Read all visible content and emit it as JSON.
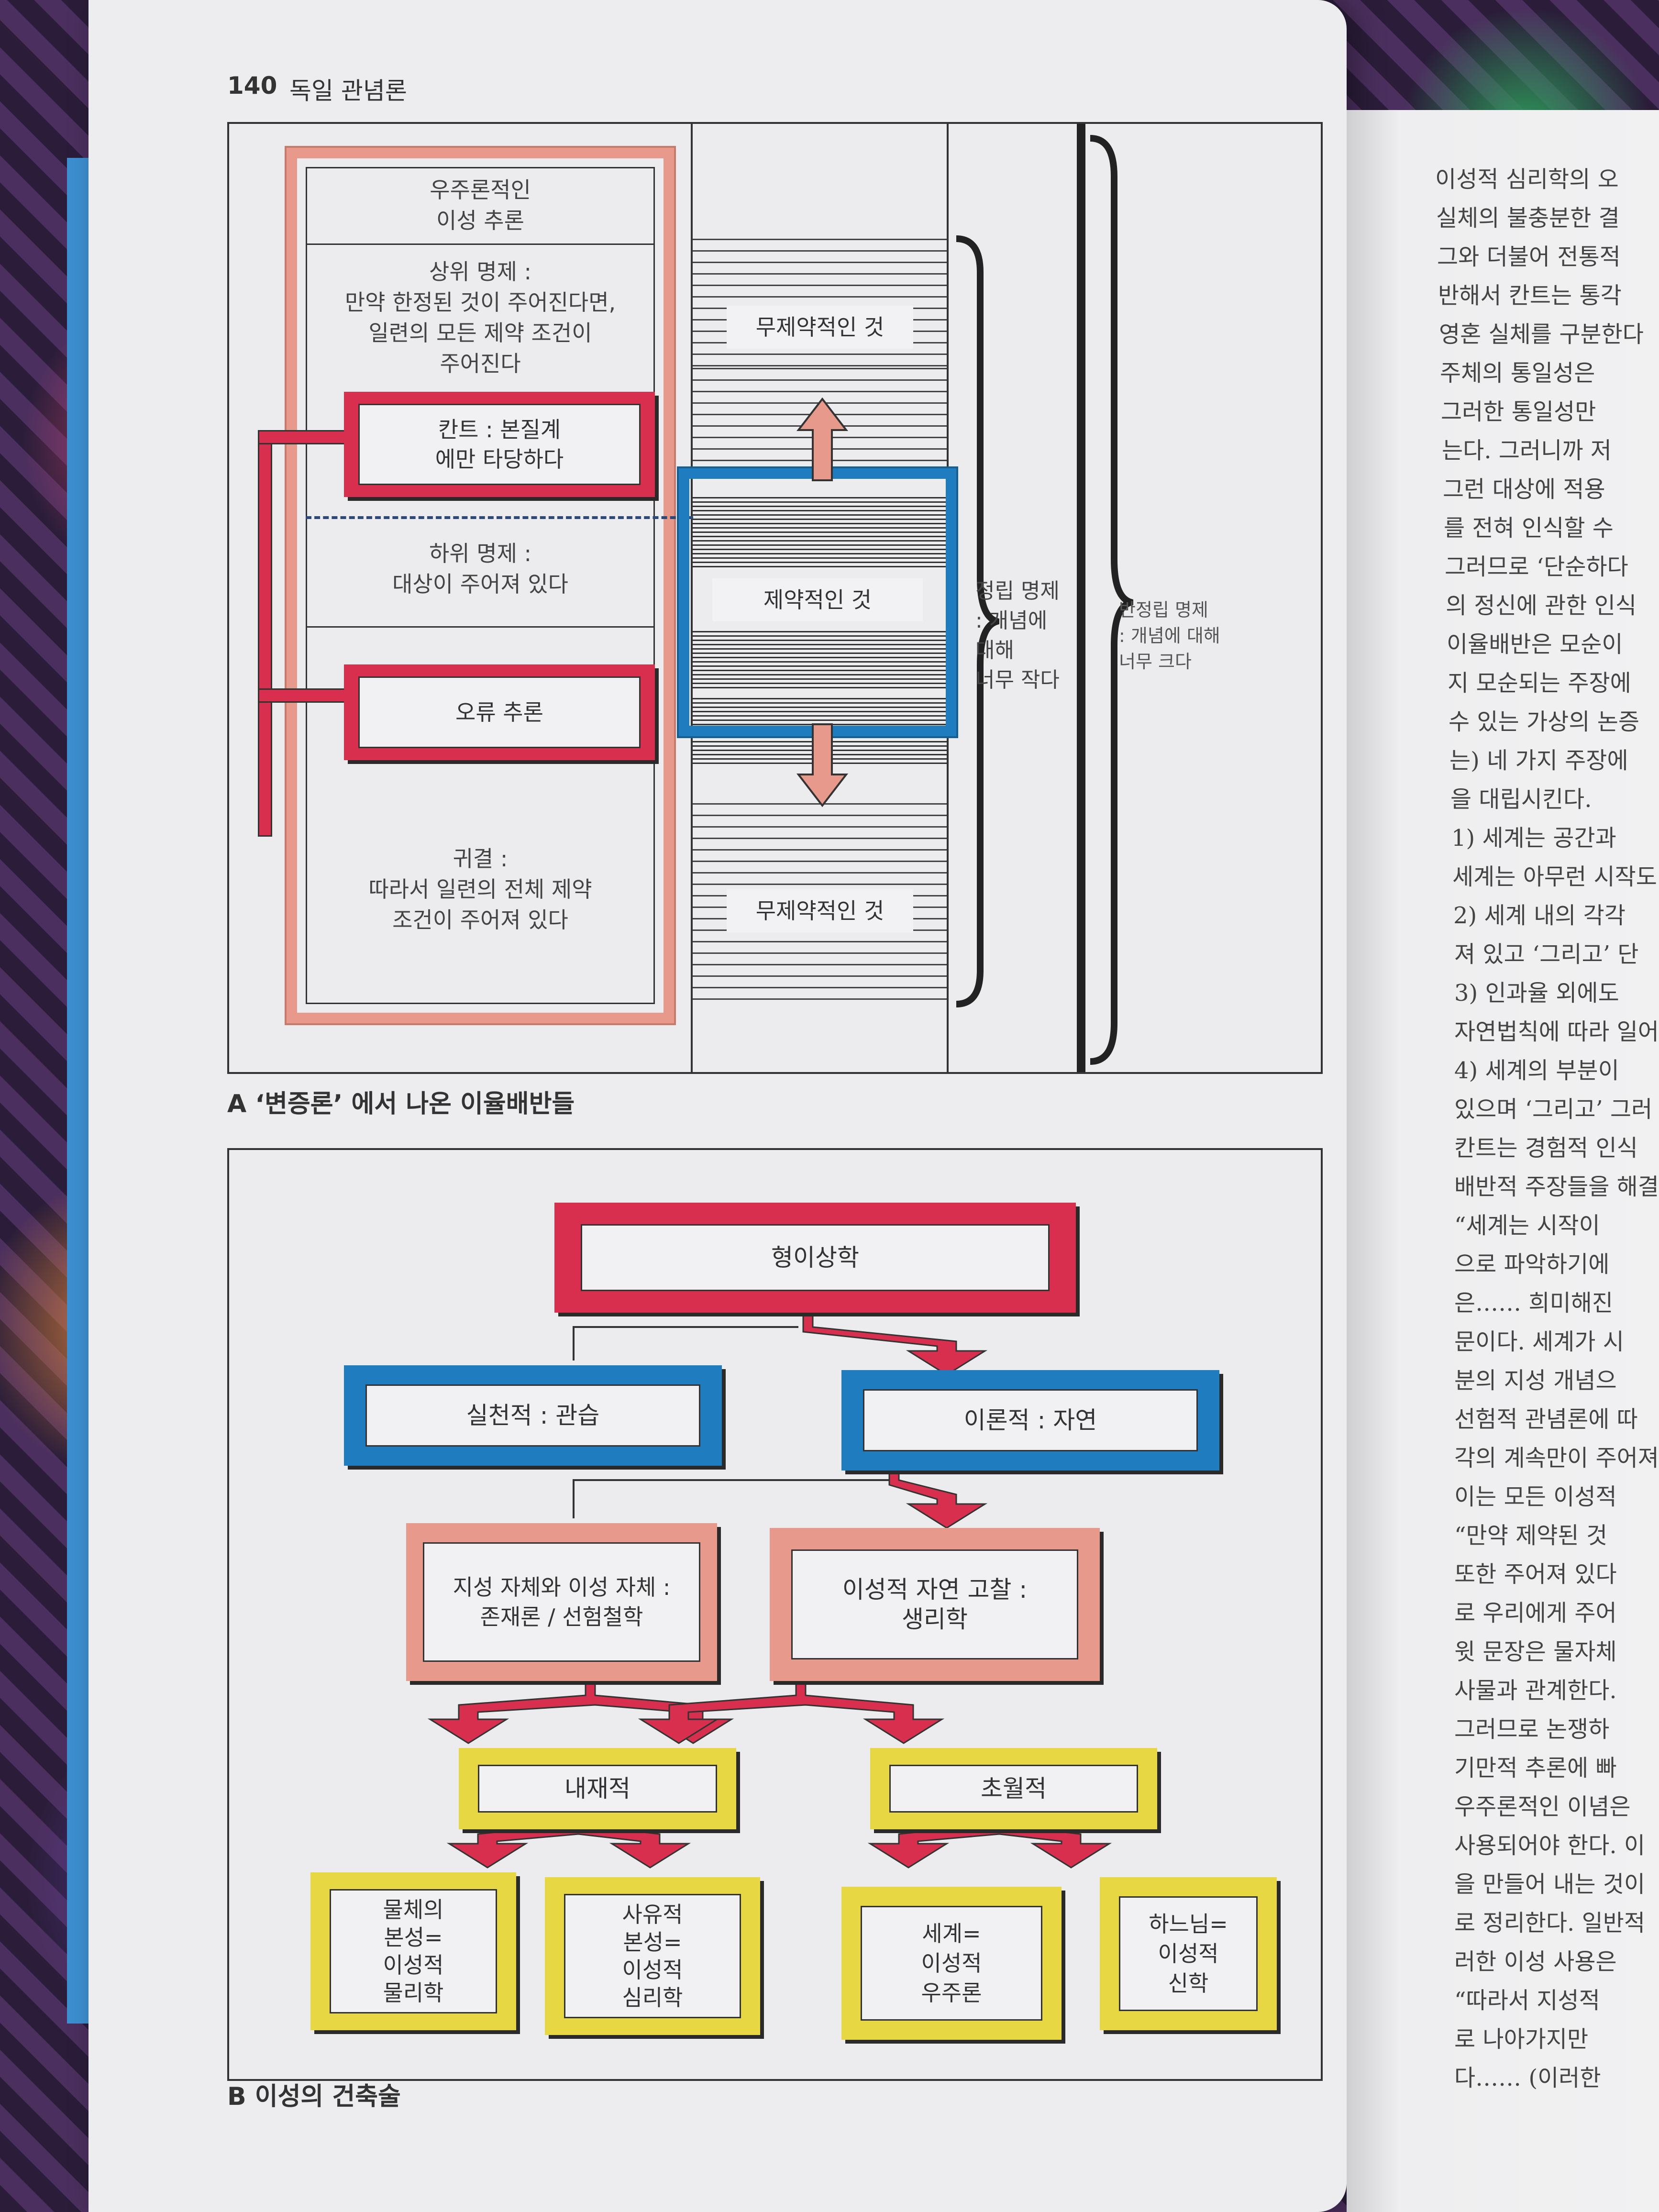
{
  "header": {
    "page_number": "140",
    "title": "독일 관념론"
  },
  "figure_a": {
    "caption": "A ‘변증론’ 에서 나온 이율배반들",
    "cosmo_title": "우주론적인\n이성 추론",
    "major": "상위 명제 :\n만약 한정된 것이 주어진다면,\n일련의 모든 제약 조건이\n주어진다",
    "kant": "칸트 : 본질계\n에만 타당하다",
    "minor": "하위 명제 :\n대상이 주어져 있다",
    "fallacy": "오류 추론",
    "conclusion": "귀결 :\n따라서 일련의 전체 제약\n조건이 주어져 있다",
    "unconditioned_top": "무제약적인 것",
    "conditioned": "제약적인 것",
    "unconditioned_bottom": "무제약적인 것",
    "thesis": "정립 명제\n: 개념에\n대해\n너무 작다",
    "antithesis": "반정립 명제\n: 개념에 대해\n너무 크다"
  },
  "figure_b": {
    "caption": "B 이성의 건축술",
    "metaphysics": "형이상학",
    "practical": "실천적 : 관습",
    "theoretical": "이론적 : 자연",
    "ontology": "지성 자체와 이성 자체 :\n존재론 / 선험철학",
    "physiology": "이성적 자연 고찰 :\n생리학",
    "immanent": "내재적",
    "transcendent": "초월적",
    "physics": "물체의\n본성=\n이성적\n물리학",
    "psychology": "사유적\n본성=\n이성적\n심리학",
    "cosmology": "세계=\n이성적\n우주론",
    "theology": "하느님=\n이성적\n신학"
  },
  "right_page": {
    "lines": [
      "이성적 심리학의 오",
      "실체의 불충분한 결",
      "그와 더불어 전통적",
      "반해서 칸트는 통각",
      "영혼 실체를 구분한다",
      "주체의 통일성은",
      "그러한 통일성만",
      "는다. 그러니까 저",
      "그런 대상에 적용",
      "를 전혀 인식할 수",
      "그러므로 ‘단순하다",
      "의 정신에 관한 인식",
      "이율배반은 모순이",
      "지 모순되는 주장에",
      "수 있는 가상의 논증",
      "는) 네 가지 주장에",
      "을 대립시킨다.",
      "1) 세계는 공간과",
      "세계는 아무런 시작도",
      "2) 세계 내의 각각",
      "져 있고 ‘그리고’ 단",
      "3) 인과율 외에도",
      "자연법칙에 따라 일어",
      "4) 세계의 부분이",
      "있으며 ‘그리고’ 그러",
      "칸트는 경험적 인식",
      "배반적 주장들을 해결",
      "“세계는 시작이",
      "으로 파악하기에",
      "은…… 희미해진",
      "문이다. 세계가 시",
      "분의 지성 개념으",
      "선험적 관념론에 따",
      "각의 계속만이 주어져",
      "이는 모든 이성적",
      "“만약 제약된 것",
      "또한 주어져 있다",
      "로 우리에게 주어",
      "윗 문장은 물자체",
      "사물과 관계한다.",
      "그러므로 논쟁하",
      "기만적 추론에 빠",
      "우주론적인 이념은",
      "사용되어야 한다. 이",
      "을 만들어 내는 것이",
      "로 정리한다. 일반적",
      "러한 이성 사용은",
      "“따라서 지성적",
      "로 나아가지만",
      "다…… (이러한"
    ]
  }
}
